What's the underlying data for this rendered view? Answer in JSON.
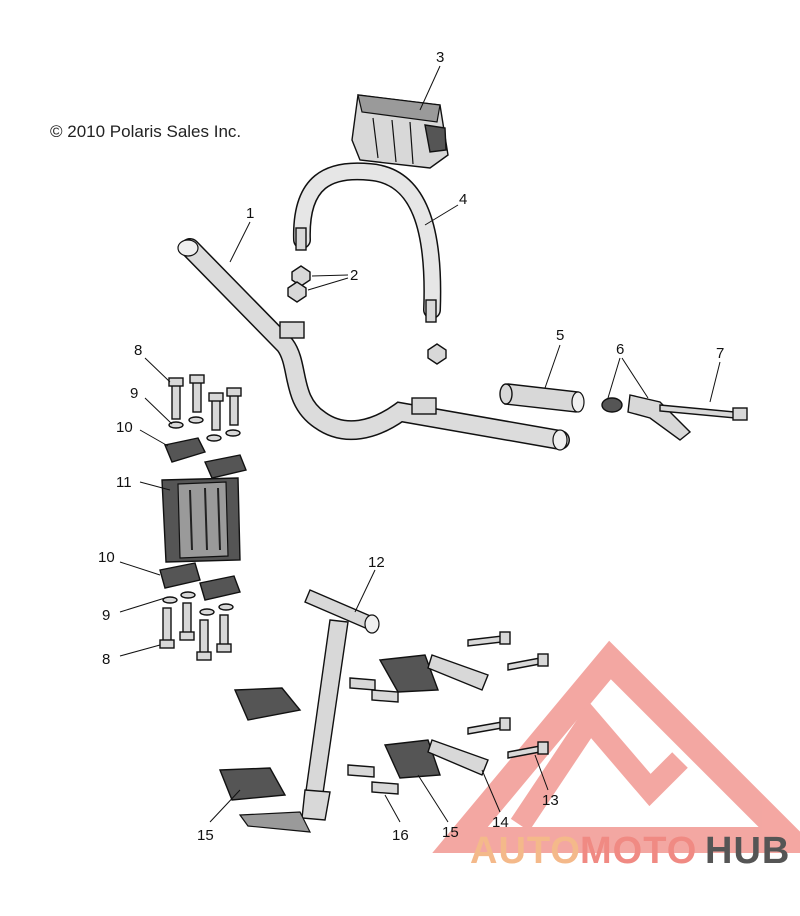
{
  "copyright": "© 2010 Polaris Sales Inc.",
  "callouts": [
    "1",
    "2",
    "3",
    "4",
    "5",
    "6",
    "7",
    "8",
    "9",
    "10",
    "11",
    "10",
    "9",
    "8",
    "12",
    "13",
    "14",
    "15",
    "16",
    "15"
  ],
  "watermark": {
    "part1": "AUTO",
    "part2": "MOTO",
    "part3": "HUB",
    "colors": {
      "auto": "#f4b98a",
      "moto": "#f08a83",
      "hub": "#555555",
      "logo": "#f08a83"
    }
  }
}
